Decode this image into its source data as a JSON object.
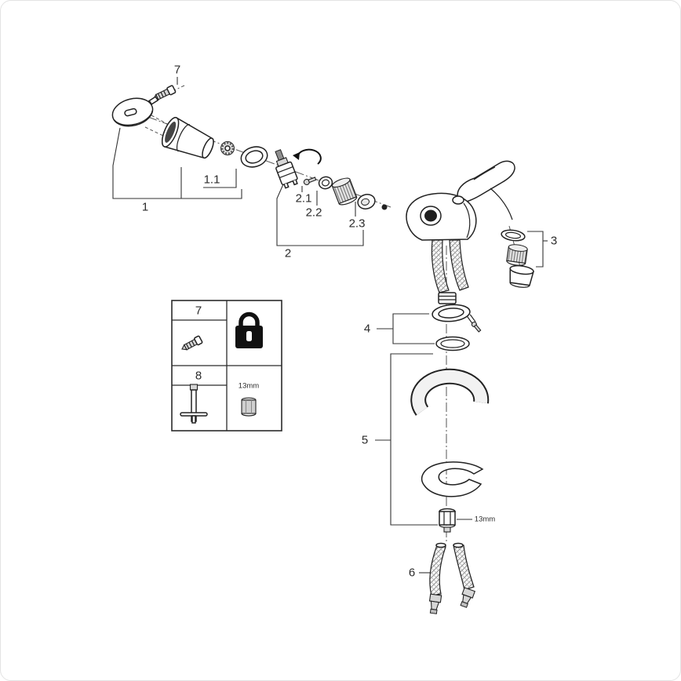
{
  "page": {
    "background": "#ffffff",
    "frame_border": "#e3e3e3"
  },
  "colors": {
    "line": "#222222",
    "metal": "#d6d6d6",
    "accent_black": "#111111"
  },
  "callouts": {
    "screw_top": "7",
    "part_1": "1",
    "part_1_1": "1.1",
    "part_2": "2",
    "part_2_1": "2.1",
    "part_2_2": "2.2",
    "part_2_3": "2.3",
    "part_3": "3",
    "part_4": "4",
    "part_5": "5",
    "part_6": "6",
    "nut_size": "13mm"
  },
  "legend": {
    "row_7": {
      "number": "7",
      "icon": "padlock-icon"
    },
    "row_8": {
      "number": "8",
      "icon": "socket-wrench-icon",
      "size": "13mm"
    }
  }
}
